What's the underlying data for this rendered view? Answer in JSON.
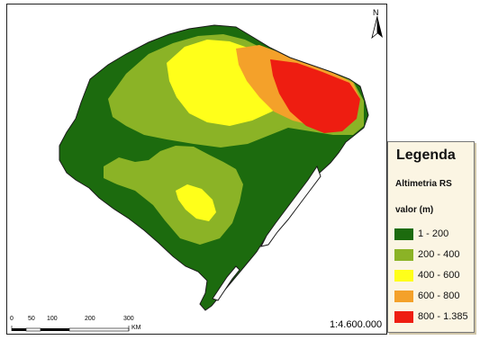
{
  "map": {
    "north_label": "N",
    "scale_ticks": [
      "0",
      "50",
      "100",
      "200",
      "300"
    ],
    "scale_unit": "KM",
    "scale_ratio": "1:4.600.000"
  },
  "legend": {
    "title": "Legenda",
    "subtitle": "Altimetria RS",
    "unit_label": "valor (m)",
    "classes": [
      {
        "label": "1 - 200",
        "color": "#1c6b0e"
      },
      {
        "label": "200 - 400",
        "color": "#8bb326"
      },
      {
        "label": "400 - 600",
        "color": "#ffff1a"
      },
      {
        "label": "600 - 800",
        "color": "#f4a12a"
      },
      {
        "label": "800 - 1.385",
        "color": "#ee1d11"
      }
    ]
  }
}
